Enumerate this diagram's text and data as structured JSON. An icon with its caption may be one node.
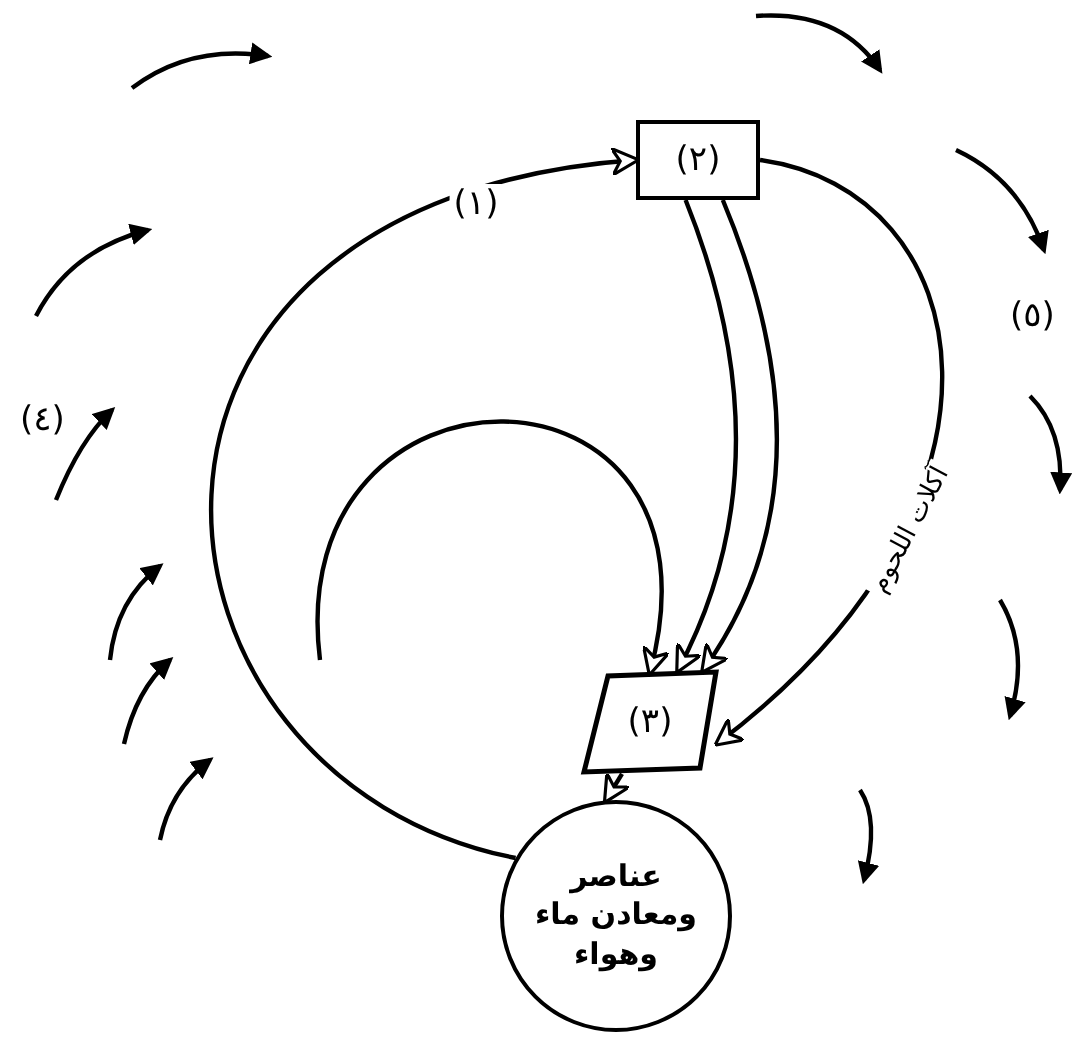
{
  "diagram": {
    "nodes": [
      {
        "text": [
          "عناصر ومعادن ماء وهواء"
        ]
      },
      {
        "text": [
          "(٢)"
        ]
      },
      {
        "text": [
          "(٣)"
        ]
      }
    ],
    "edges": [
      {
        "from": 0,
        "to": 1,
        "arrow": "to",
        "label": "(١)"
      },
      {
        "from": 1,
        "to": 2,
        "arrow": "to"
      },
      {
        "from": 1,
        "to": 2,
        "arrow": "to"
      },
      {
        "from": 1,
        "to": 2,
        "arrow": "to",
        "label": "آكلات اللحوم"
      },
      {
        "from": null,
        "to": 2,
        "arrow": "to"
      },
      {
        "from": 2,
        "to": 0,
        "arrow": "to"
      }
    ],
    "labels": [
      "(٤)",
      "(٥)"
    ]
  }
}
